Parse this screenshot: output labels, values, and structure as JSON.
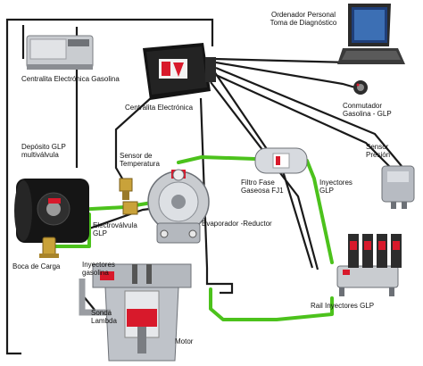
{
  "labels": {
    "ordenador": "Ordenador Personal\nToma de Diagnóstico",
    "centralita_gasolina": "Centralita Electrónica Gasolina",
    "centralita_electronica": "Centralita Electrónica",
    "conmutador": "Conmutador\nGasolina - GLP",
    "deposito": "Depósito GLP\nmultiválvula",
    "sensor_temperatura": "Sensor de\nTemperatura",
    "sensor_presion": "Sensor\nPresión",
    "filtro": "Filtro Fase\nGaseosa FJ1",
    "inyectores_glp": "Inyectores\nGLP",
    "electrovalvula": "Electroválvula\nGLP",
    "evaporador": "Evaporador -Reductor",
    "boca_carga": "Boca de Carga",
    "inyectores_gasolina": "Inyectores\ngasolina",
    "sonda_lambda": "Sonda\nLambda",
    "motor": "Motor",
    "rail": "Rail Inyectores GLP"
  },
  "colors": {
    "gas_line": "#4cc21c",
    "wire": "#1a1a1a",
    "ecu_red": "#d8192b",
    "body_gray": "#c9ccd0",
    "tank_black": "#151515",
    "screen_blue": "#1f3f7a"
  }
}
